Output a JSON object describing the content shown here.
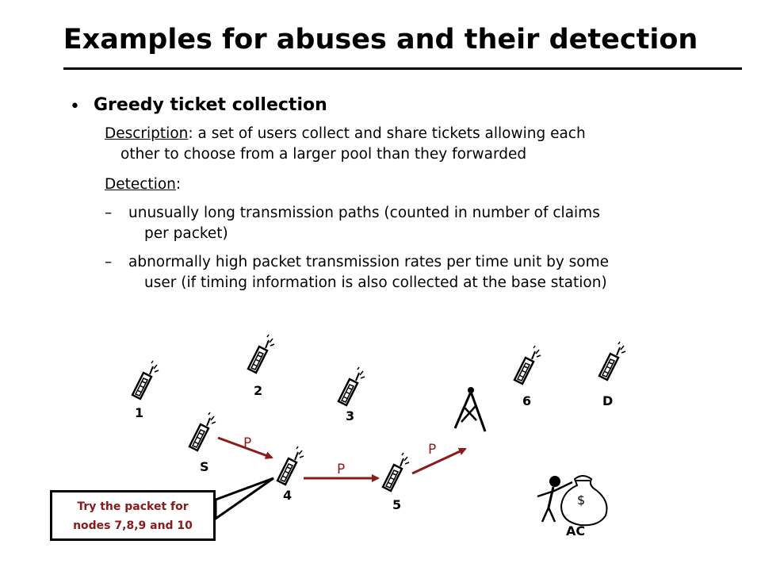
{
  "title": "Examples for abuses and their detection",
  "bullet": {
    "heading": "Greedy ticket collection",
    "description_label": "Description",
    "description_text_1": ": a set of users collect and share tickets allowing each",
    "description_text_2": "other to choose from a larger pool than they forwarded",
    "detection_label": "Detection",
    "detection_colon": ":",
    "items": [
      {
        "dash": "–",
        "line1": "unusually long transmission paths (counted in number of claims",
        "line2": "per packet)"
      },
      {
        "dash": "–",
        "line1": "abnormally high packet transmission rates per time unit by some",
        "line2": "user (if timing information is also collected at the base station)"
      }
    ]
  },
  "diagram": {
    "nodes": [
      "1",
      "2",
      "3",
      "6",
      "D",
      "S",
      "4",
      "5",
      "AC"
    ],
    "packet_labels": [
      "P",
      "P",
      "P"
    ],
    "money_symbol": "$",
    "arrow_color": "#8b1a1a",
    "callout_line1": "Try the packet for",
    "callout_line2": "nodes 7,8,9 and 10"
  }
}
